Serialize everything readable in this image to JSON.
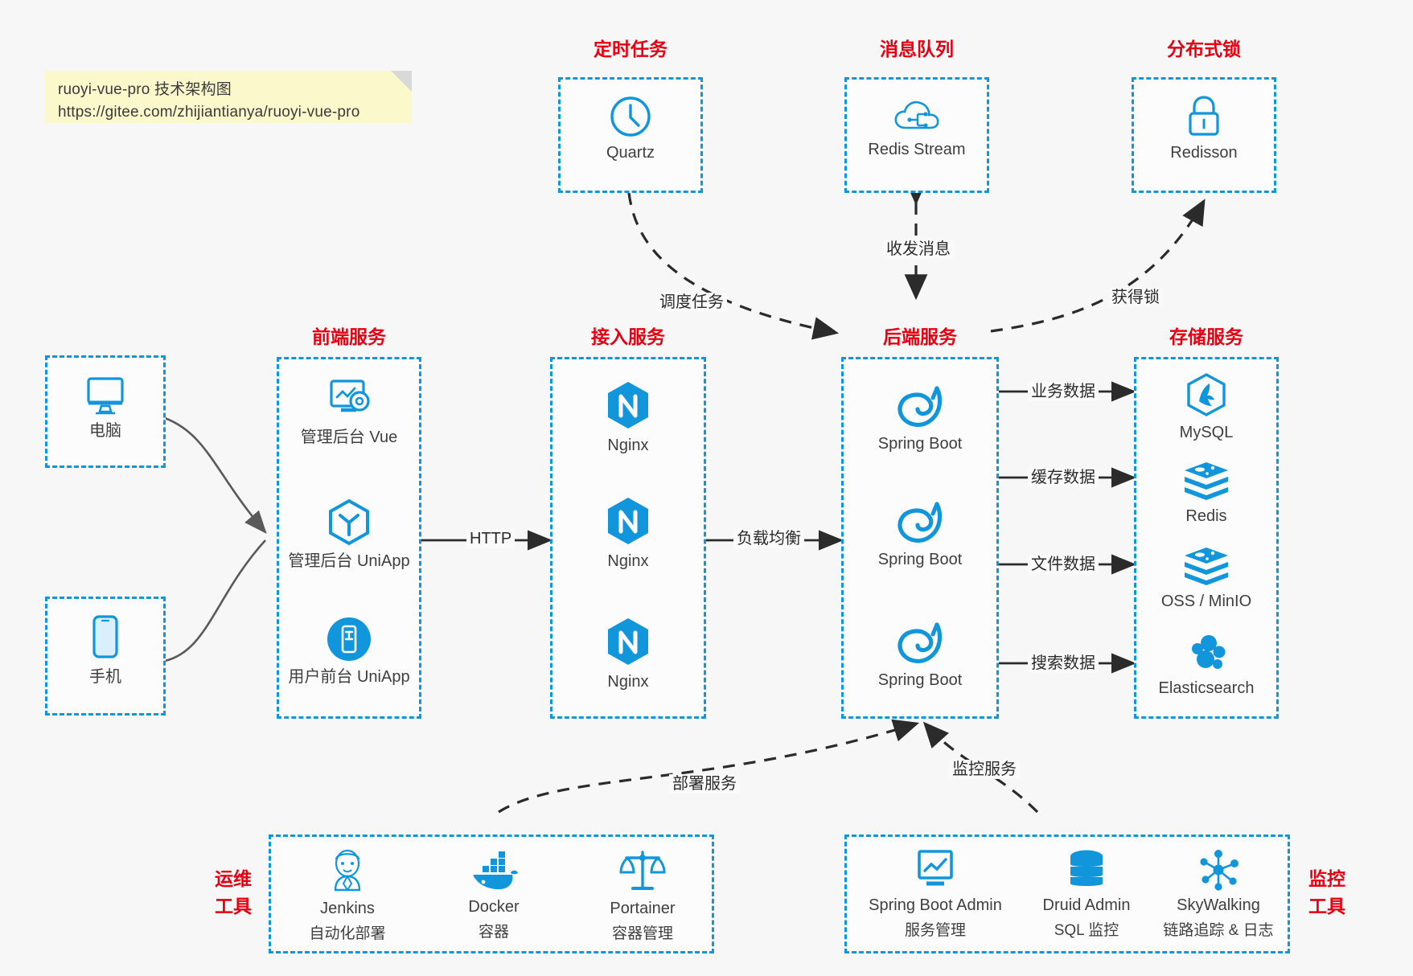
{
  "note": {
    "name": "sticky-note",
    "line1": "ruoyi-vue-pro 技术架构图",
    "line2": "https://gitee.com/zhijiantianya/ruoyi-vue-pro"
  },
  "colors": {
    "accent_blue": "#1296db",
    "title_red": "#e60012",
    "background": "#f7f7f7",
    "note_yellow": "#fbf8cc",
    "arrow_black": "#2b2b2b",
    "label_gray": "#3f3f3f"
  },
  "groups": {
    "scheduler": {
      "title": "定时任务",
      "nodes": [
        {
          "label": "Quartz",
          "icon": "clock-icon"
        }
      ]
    },
    "mq": {
      "title": "消息队列",
      "nodes": [
        {
          "label": "Redis Stream",
          "icon": "cloud-stream-icon"
        }
      ]
    },
    "lock": {
      "title": "分布式锁",
      "nodes": [
        {
          "label": "Redisson",
          "icon": "lock-icon"
        }
      ]
    },
    "devices": {
      "nodes": [
        {
          "label": "电脑",
          "icon": "desktop-monitor-icon"
        },
        {
          "label": "手机",
          "icon": "smartphone-icon"
        }
      ]
    },
    "frontend": {
      "title": "前端服务",
      "nodes": [
        {
          "label": "管理后台 Vue",
          "icon": "dashboard-gear-icon"
        },
        {
          "label": "管理后台 UniApp",
          "icon": "uniapp-cube-icon"
        },
        {
          "label": "用户前台 UniApp",
          "icon": "mobile-app-icon"
        }
      ]
    },
    "gateway": {
      "title": "接入服务",
      "nodes": [
        {
          "label": "Nginx",
          "icon": "nginx-icon"
        },
        {
          "label": "Nginx",
          "icon": "nginx-icon"
        },
        {
          "label": "Nginx",
          "icon": "nginx-icon"
        }
      ]
    },
    "backend": {
      "title": "后端服务",
      "nodes": [
        {
          "label": "Spring Boot",
          "icon": "spring-boot-icon"
        },
        {
          "label": "Spring Boot",
          "icon": "spring-boot-icon"
        },
        {
          "label": "Spring Boot",
          "icon": "spring-boot-icon"
        }
      ]
    },
    "storage": {
      "title": "存储服务",
      "nodes": [
        {
          "label": "MySQL",
          "icon": "mysql-icon"
        },
        {
          "label": "Redis",
          "icon": "redis-icon"
        },
        {
          "label": "OSS / MinIO",
          "icon": "redis-icon"
        },
        {
          "label": "Elasticsearch",
          "icon": "elasticsearch-icon"
        }
      ]
    },
    "devops": {
      "title": "运维\n工具",
      "title_line1": "运维",
      "title_line2": "工具",
      "nodes": [
        {
          "label": "Jenkins",
          "sub": "自动化部署",
          "icon": "jenkins-butler-icon"
        },
        {
          "label": "Docker",
          "sub": "容器",
          "icon": "docker-whale-icon"
        },
        {
          "label": "Portainer",
          "sub": "容器管理",
          "icon": "scales-icon"
        }
      ]
    },
    "monitor": {
      "title_line1": "监控",
      "title_line2": "工具",
      "nodes": [
        {
          "label": "Spring Boot Admin",
          "sub": "服务管理",
          "icon": "monitor-chart-icon"
        },
        {
          "label": "Druid Admin",
          "sub": "SQL 监控",
          "icon": "database-cylinder-icon"
        },
        {
          "label": "SkyWalking",
          "sub": "链路追踪 & 日志",
          "icon": "skywalking-node-icon"
        }
      ]
    }
  },
  "edges": {
    "http": "HTTP",
    "load_balance": "负载均衡",
    "schedule_task": "调度任务",
    "send_receive_message": "收发消息",
    "acquire_lock": "获得锁",
    "business_data": "业务数据",
    "cache_data": "缓存数据",
    "file_data": "文件数据",
    "search_data": "搜索数据",
    "deploy_service": "部署服务",
    "monitor_service": "监控服务"
  }
}
